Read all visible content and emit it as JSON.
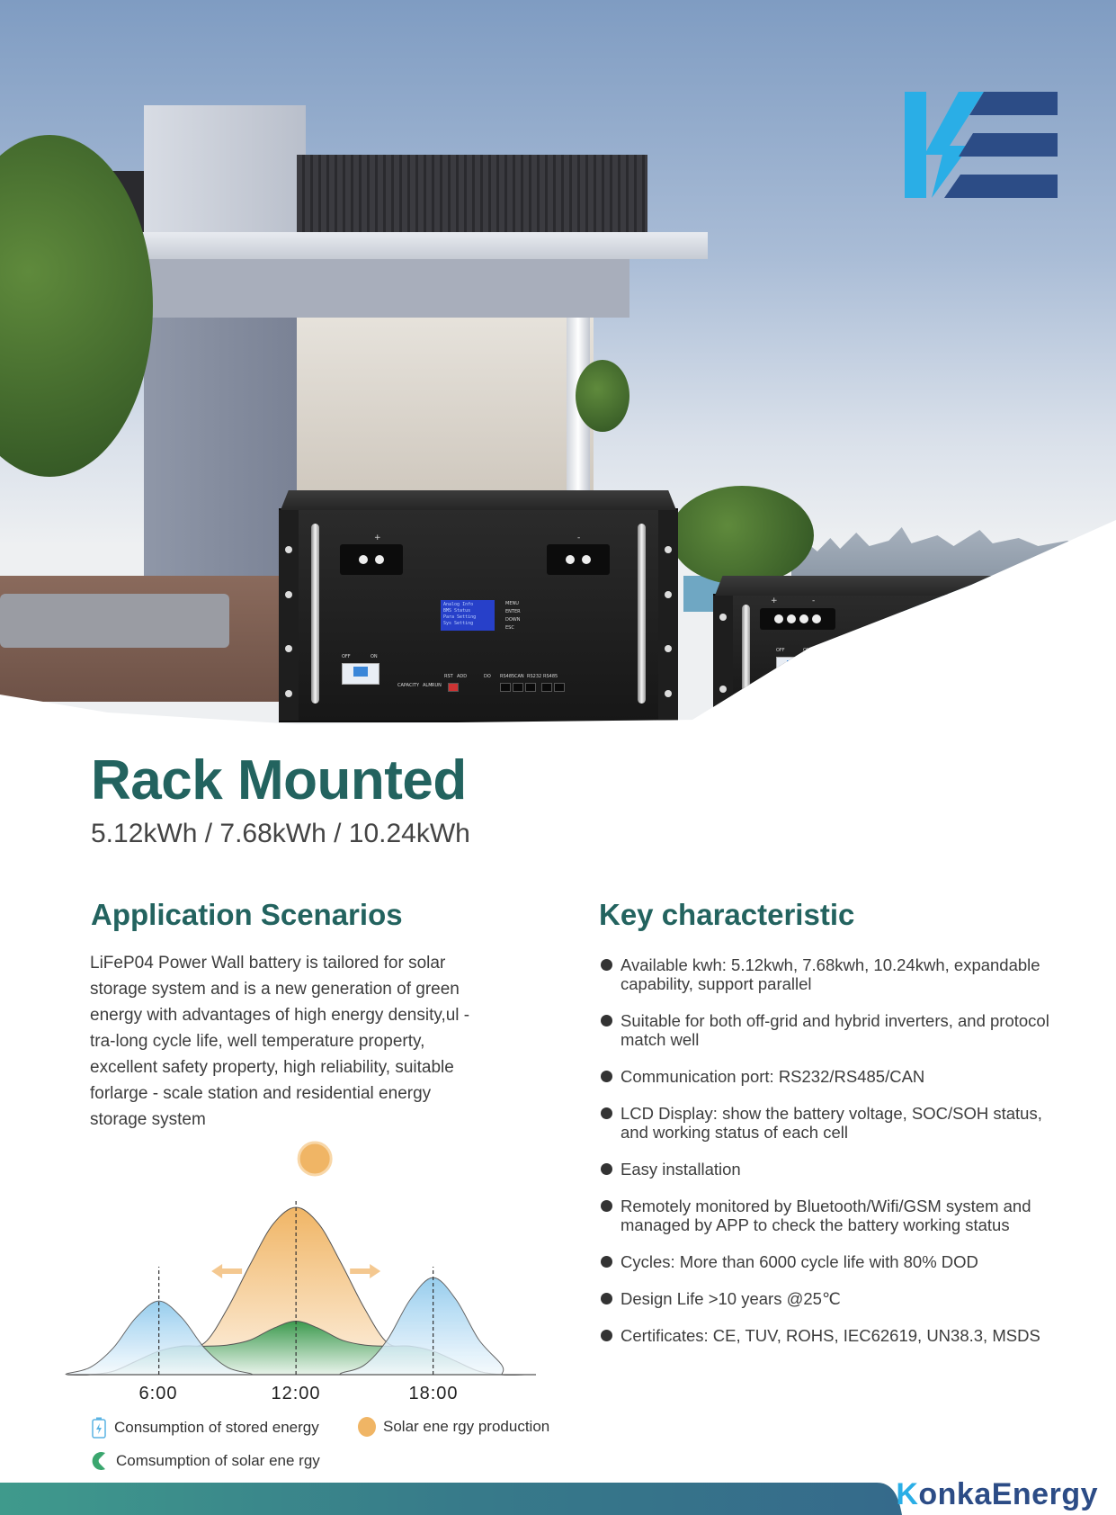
{
  "brand": {
    "logo_letters": "KE",
    "footer_logo": "KonkaEnergy",
    "footer_logo_k": "K",
    "footer_logo_rest": "onkaEnergy",
    "colors": {
      "accent": "#23635f",
      "logo_blue": "#2aaee6",
      "logo_navy": "#2c4c86"
    }
  },
  "product_labels": {
    "plus": "+",
    "minus": "-",
    "off": "OFF",
    "on": "ON",
    "capacity": "CAPACITY",
    "alm": "ALM",
    "run": "RUN",
    "rst": "RST",
    "add": "ADD",
    "do": "DO",
    "rs485": "RS485",
    "can": "CAN",
    "rs232": "RS232",
    "lcd": [
      "Analog Info",
      "BMS Status",
      "Para Setting",
      "Sys Setting"
    ],
    "buttons": [
      "MENU",
      "ENTER",
      "DOWN",
      "ESC"
    ]
  },
  "title": "Rack Mounted",
  "subtitle": "5.12kWh / 7.68kWh / 10.24kWh",
  "application": {
    "heading": "Application Scenarios",
    "text": "LiFeP04 Power Wall battery is tailored for solar\nstorage system  and is a new generation of green\nenergy with advantages of high energy density,ul   -\ntra-long cycle life, well temperature property,\nexcellent safety property, high reliability, suitable\nforlarge - scale station and residential energy\nstorage system"
  },
  "key": {
    "heading": "Key characteristic",
    "items": [
      "Available kwh: 5.12kwh, 7.68kwh, 10.24kwh, expandable capability, support parallel",
      "Suitable for both off-grid and hybrid inverters, and protocol match well",
      "Communication port: RS232/RS485/CAN",
      "LCD Display: show the battery voltage, SOC/SOH status, and working status of each cell",
      "Easy installation",
      "Remotely monitored by Bluetooth/Wifi/GSM system and managed by APP to check the battery working status",
      "Cycles: More than 6000 cycle life with 80% DOD",
      "Design Life >10 years @25℃",
      "Certificates: CE, TUV, ROHS, IEC62619, UN38.3, MSDS"
    ]
  },
  "chart_data": {
    "type": "area",
    "title": "",
    "xlabel": "",
    "ylabel": "",
    "x": [
      2,
      3,
      4,
      5,
      6,
      7,
      8,
      9,
      10,
      11,
      12,
      13,
      14,
      15,
      16,
      17,
      18,
      19,
      20,
      21,
      22
    ],
    "xlim": [
      2,
      22.5
    ],
    "ylim": [
      0,
      1
    ],
    "tick_hours": [
      6,
      12,
      18
    ],
    "tick_labels": [
      "6:00",
      "12:00",
      "18:00"
    ],
    "series": [
      {
        "name": "Solar energy production",
        "color": "#f0b565",
        "values": [
          0,
          0,
          0.02,
          0.08,
          0.14,
          0.17,
          0.19,
          0.395,
          0.66,
          0.9,
          1,
          0.9,
          0.66,
          0.395,
          0.19,
          0.17,
          0.14,
          0.08,
          0.02,
          0,
          0
        ]
      },
      {
        "name": "Consumption of solar energy",
        "color": "#3c9a4e",
        "values": [
          0,
          0,
          0.02,
          0.08,
          0.14,
          0.17,
          0.17,
          0.177,
          0.207,
          0.276,
          0.32,
          0.276,
          0.207,
          0.177,
          0.17,
          0.17,
          0.14,
          0.08,
          0.02,
          0,
          0
        ]
      },
      {
        "name": "Consumption of stored energy",
        "color": "#8cc8ec",
        "values": [
          0.007,
          0.044,
          0.159,
          0.341,
          0.44,
          0.341,
          0.159,
          0.044,
          0.007,
          0,
          0,
          0,
          0.01,
          0.058,
          0.209,
          0.449,
          0.58,
          0.449,
          0.209,
          0.058,
          0.01
        ]
      }
    ],
    "legend": [
      {
        "label": "Consumption  of stored energy",
        "icon": "battery-charge-icon"
      },
      {
        "label": "Solar ene rgy production",
        "icon": "sun-dot-icon"
      },
      {
        "label": "Comsumption  of solar ene rgy",
        "icon": "green-crescent-icon"
      }
    ],
    "legend_position": "bottom"
  }
}
